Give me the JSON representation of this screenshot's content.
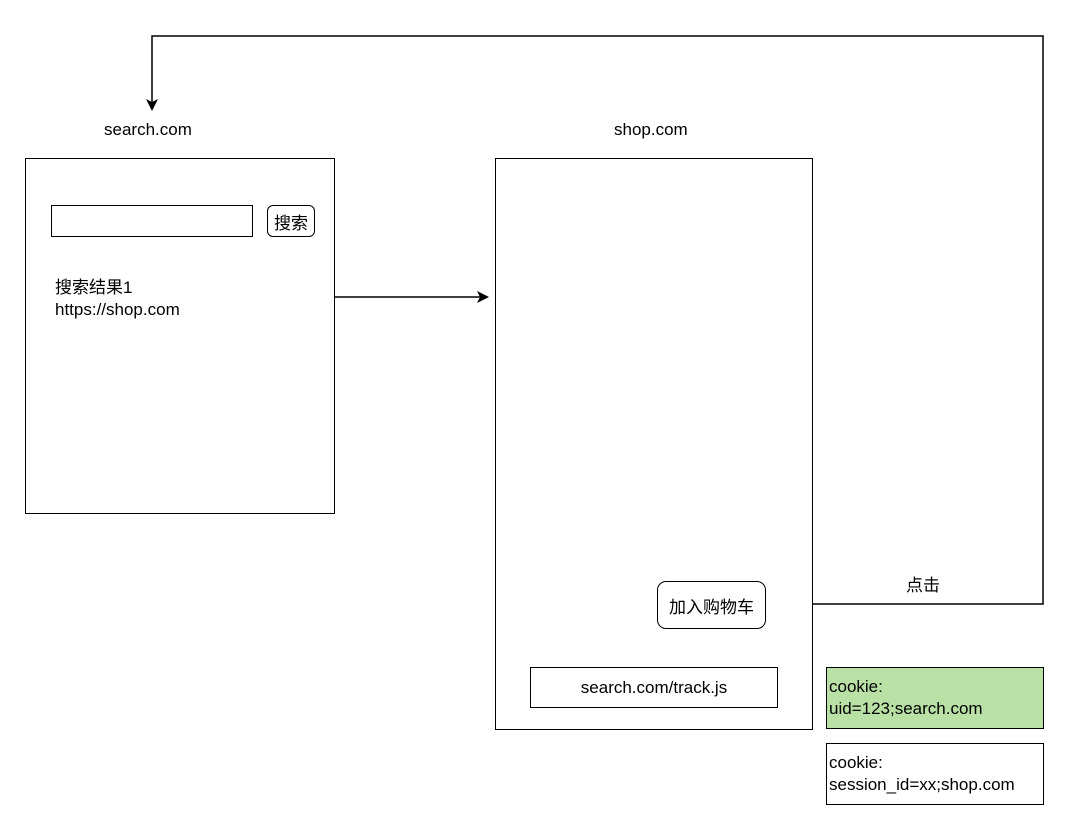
{
  "search_site": {
    "title": "search.com",
    "search_button": "搜索",
    "result_title": "搜索结果1",
    "result_url": "https://shop.com"
  },
  "shop_site": {
    "title": "shop.com",
    "add_to_cart_button": "加入购物车",
    "script_tag": "search.com/track.js"
  },
  "click_label": "点击",
  "cookies": [
    {
      "line1": "cookie:",
      "line2": "uid=123;search.com",
      "color": "#b9e0a5"
    },
    {
      "line1": "cookie:",
      "line2": "session_id=xx;shop.com",
      "color": "#ffffff"
    }
  ],
  "colors": {
    "stroke": "#000000",
    "highlight": "#b9e0a5"
  }
}
